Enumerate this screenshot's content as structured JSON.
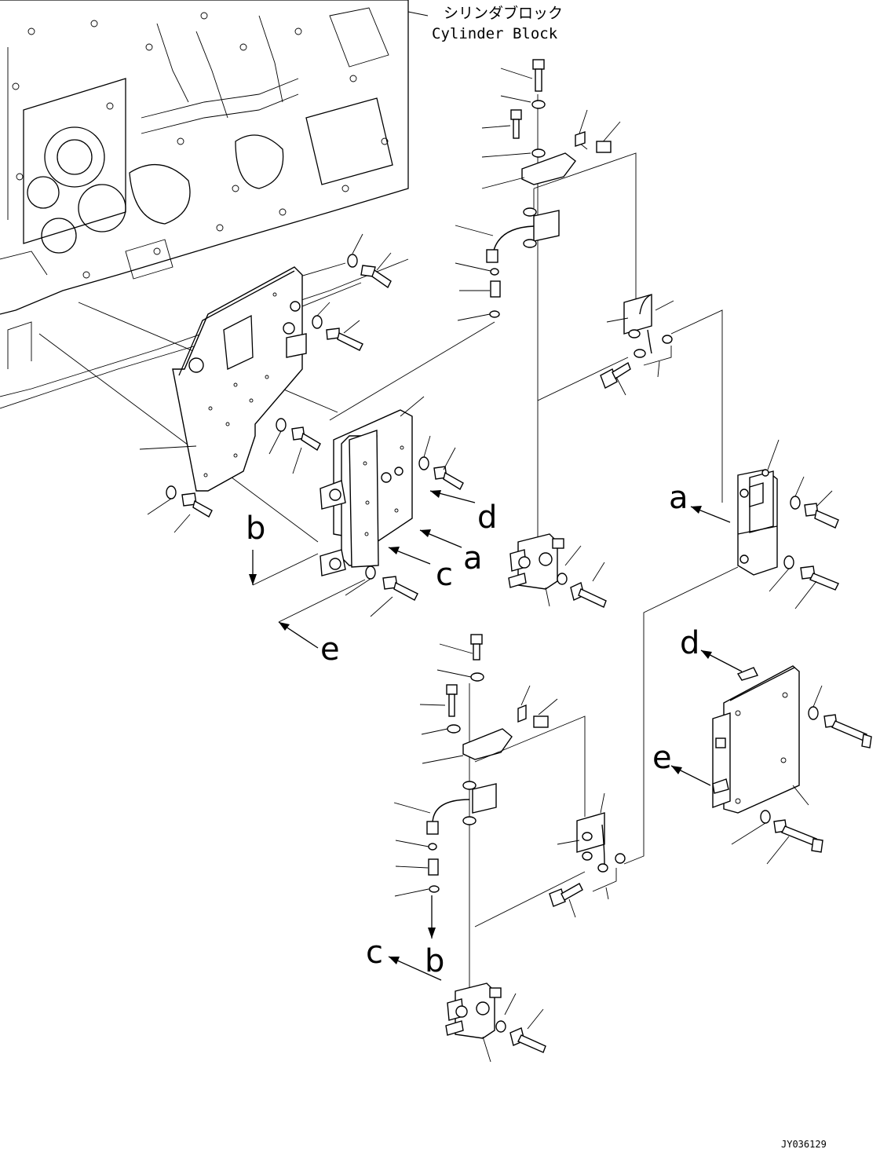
{
  "title_jp": "シリンダブロック",
  "title_en": "Cylinder Block",
  "drawing_id": "JY036129",
  "refs": {
    "a1": "a",
    "a2": "a",
    "b1": "b",
    "b2": "b",
    "c1": "c",
    "c2": "c",
    "d1": "d",
    "d2": "d",
    "e1": "e",
    "e2": "e"
  }
}
